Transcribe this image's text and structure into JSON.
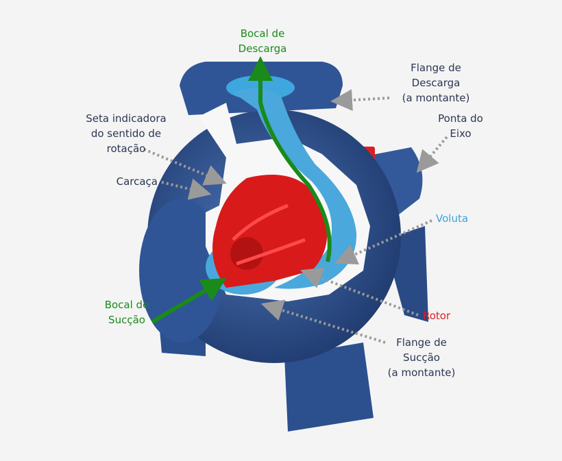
{
  "colors": {
    "label_dark": "#2b3652",
    "flow_green": "#1a8a1a",
    "volute_blue": "#3aa3d8",
    "rotor_red": "#dc1e1e",
    "casing_blue": "#33599a",
    "casing_dark": "#1f3a6e",
    "cut_white": "#f7f7f7",
    "water_blue": "#4aa8dc",
    "impeller_red": "#d81a1a",
    "pointer_grey": "#9a9a9a",
    "background": "#f4f4f4"
  },
  "labels": {
    "discharge_nozzle": [
      "Bocal de",
      "Descarga"
    ],
    "discharge_flange": [
      "Flange de",
      "Descarga",
      "(a montante)"
    ],
    "shaft_end": [
      "Ponta do",
      "Eixo"
    ],
    "rotation_arrow": [
      "Seta indicadora",
      "do sentido de",
      "rotação"
    ],
    "casing": [
      "Carcaça"
    ],
    "volute": [
      "Voluta"
    ],
    "suction_nozzle": [
      "Bocal de",
      "Sucção"
    ],
    "rotor": [
      "Rotor"
    ],
    "suction_flange": [
      "Flange de",
      "Sucção",
      "(a montante)"
    ]
  }
}
